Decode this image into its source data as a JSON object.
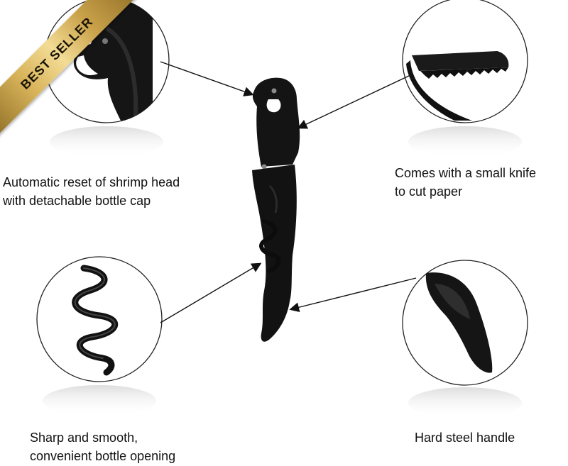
{
  "badge": {
    "label": "BEST SELLER"
  },
  "features": {
    "top_left": {
      "line1": "Automatic reset of shrimp head",
      "line2": "with detachable bottle cap"
    },
    "top_right": {
      "line1": "Comes with a small knife",
      "line2": "to cut paper"
    },
    "bottom_left": {
      "line1": "Sharp and smooth,",
      "line2": "convenient bottle opening"
    },
    "bottom_right": {
      "line1": "Hard steel handle"
    }
  },
  "colors": {
    "product": "#121212",
    "circle_stroke": "#222222",
    "badge_gold": "#d8b35a",
    "text": "#111111"
  },
  "icons": [
    "corkscrew-product",
    "bottle-cap-opener-icon",
    "serrated-knife-icon",
    "spiral-worm-icon",
    "steel-handle-icon"
  ]
}
